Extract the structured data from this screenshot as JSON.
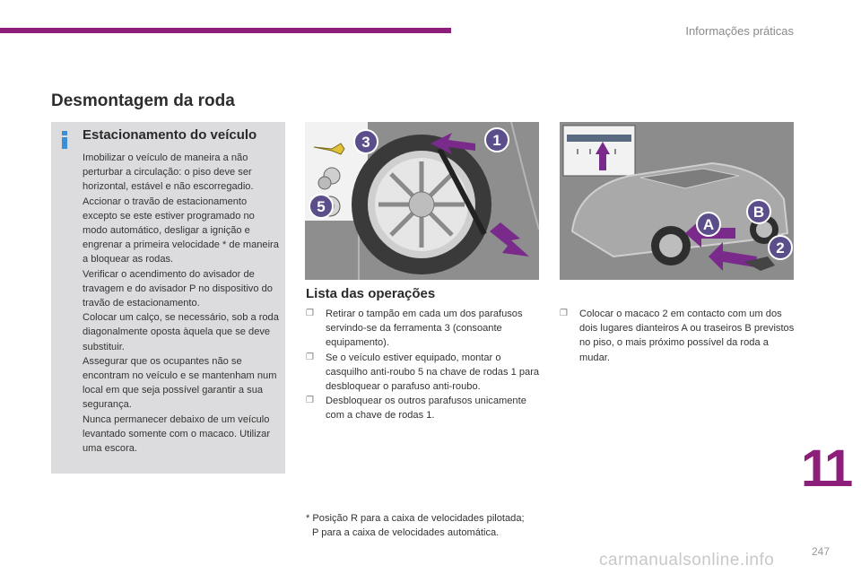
{
  "header": {
    "section": "Informações práticas"
  },
  "page_title": "Desmontagem da roda",
  "info_box": {
    "title": "Estacionamento do veículo",
    "paragraphs": [
      "Imobilizar o veículo de maneira a não perturbar a circulação: o piso deve ser horizontal, estável e não escorregadio.",
      "Accionar o travão de estacionamento excepto se este estiver programado no modo automático, desligar a ignição e engrenar a primeira velocidade * de maneira a bloquear as rodas.",
      "Verificar o acendimento do avisador de travagem e do avisador P no dispositivo do travão de estacionamento.",
      "Colocar um calço, se necessário, sob a roda diagonalmente oposta àquela que se deve substituir.",
      "Assegurar que os ocupantes não se encontram no veículo e se mantenham num local em que seja possível garantir a sua segurança.",
      "Nunca permanecer debaixo de um veículo levantado somente com o macaco. Utilizar uma escora."
    ]
  },
  "images": {
    "wheel_labels": [
      "3",
      "1",
      "5"
    ],
    "car_labels": [
      "A",
      "B",
      "2"
    ]
  },
  "operations": {
    "title": "Lista das operações",
    "steps_left": [
      "Retirar o tampão em cada um dos parafusos servindo-se da ferramenta 3 (consoante equipamento).",
      "Se o veículo estiver equipado, montar o casquilho anti-roubo 5 na chave de rodas 1 para desbloquear o parafuso anti-roubo.",
      "Desbloquear os outros parafusos unicamente com a chave de rodas 1."
    ],
    "steps_right": [
      "Colocar o macaco 2 em contacto com um dos dois lugares dianteiros A ou traseiros B previstos no piso, o mais próximo possível da roda a mudar."
    ],
    "bullet_glyph": "❐"
  },
  "footnote": {
    "line1": "* Posição R para a caixa de velocidades pilotada;",
    "line2": "P para a caixa de velocidades automática."
  },
  "chapter_number": "11",
  "page_number": "247",
  "watermark": "carmanualsonline.info",
  "colors": {
    "accent": "#8d1f7b",
    "info_icon": "#3a8fd6",
    "label_circle": "#5b4e8a",
    "arrow": "#7a2a8a"
  }
}
